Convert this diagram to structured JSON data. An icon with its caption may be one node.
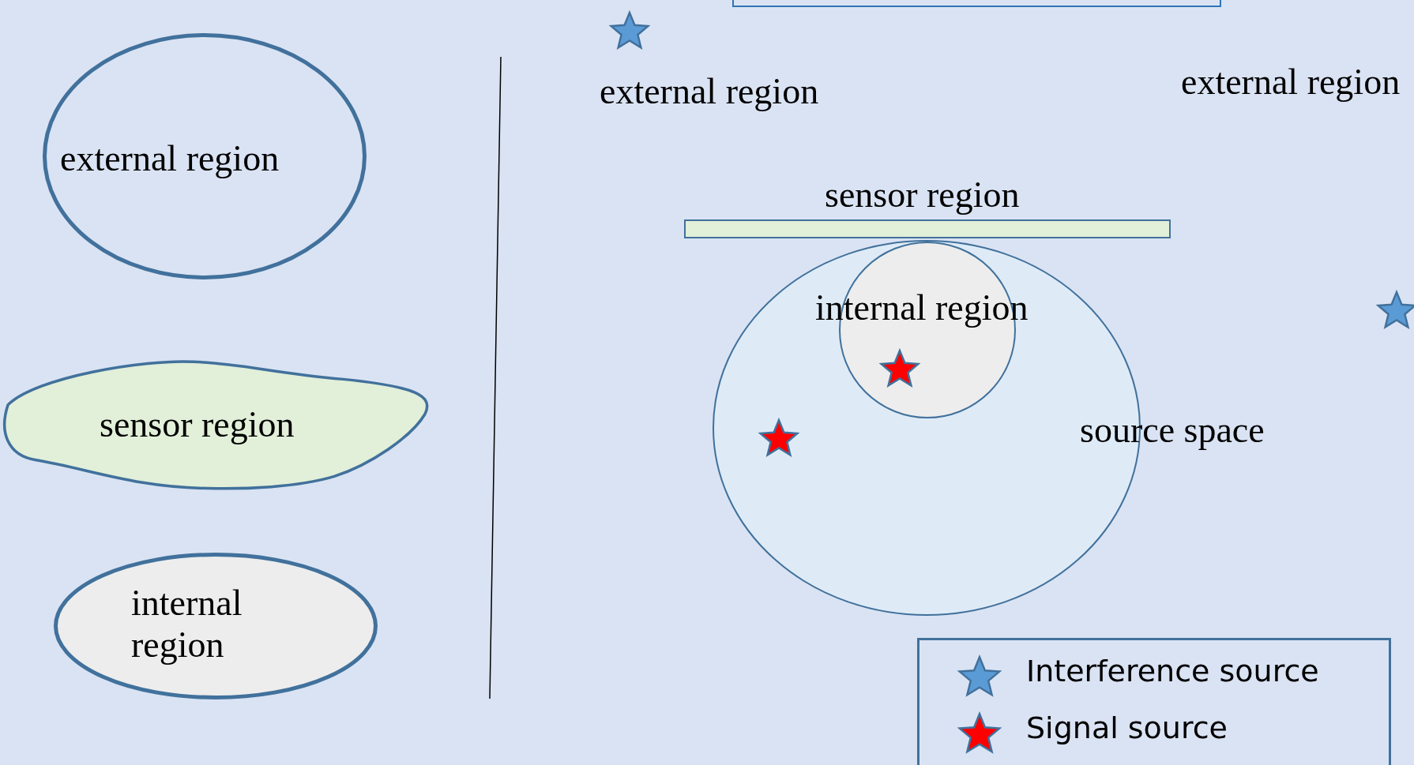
{
  "diagram": {
    "nodes": [
      {
        "text": [],
        "shape": "box"
      },
      {
        "text": [
          "external region"
        ]
      },
      {
        "text": [
          "sensor region"
        ]
      },
      {
        "text": [
          "internal region"
        ]
      },
      {
        "text": [
          "sensor region"
        ]
      },
      {
        "text": [
          "source space"
        ]
      },
      {
        "text": [
          "internal region"
        ],
        "in": 5
      }
    ],
    "edges": [],
    "labels": [
      "external region",
      "external region"
    ],
    "legend": [
      {
        "text": "Interference source"
      },
      {
        "text": "Signal source"
      }
    ]
  }
}
